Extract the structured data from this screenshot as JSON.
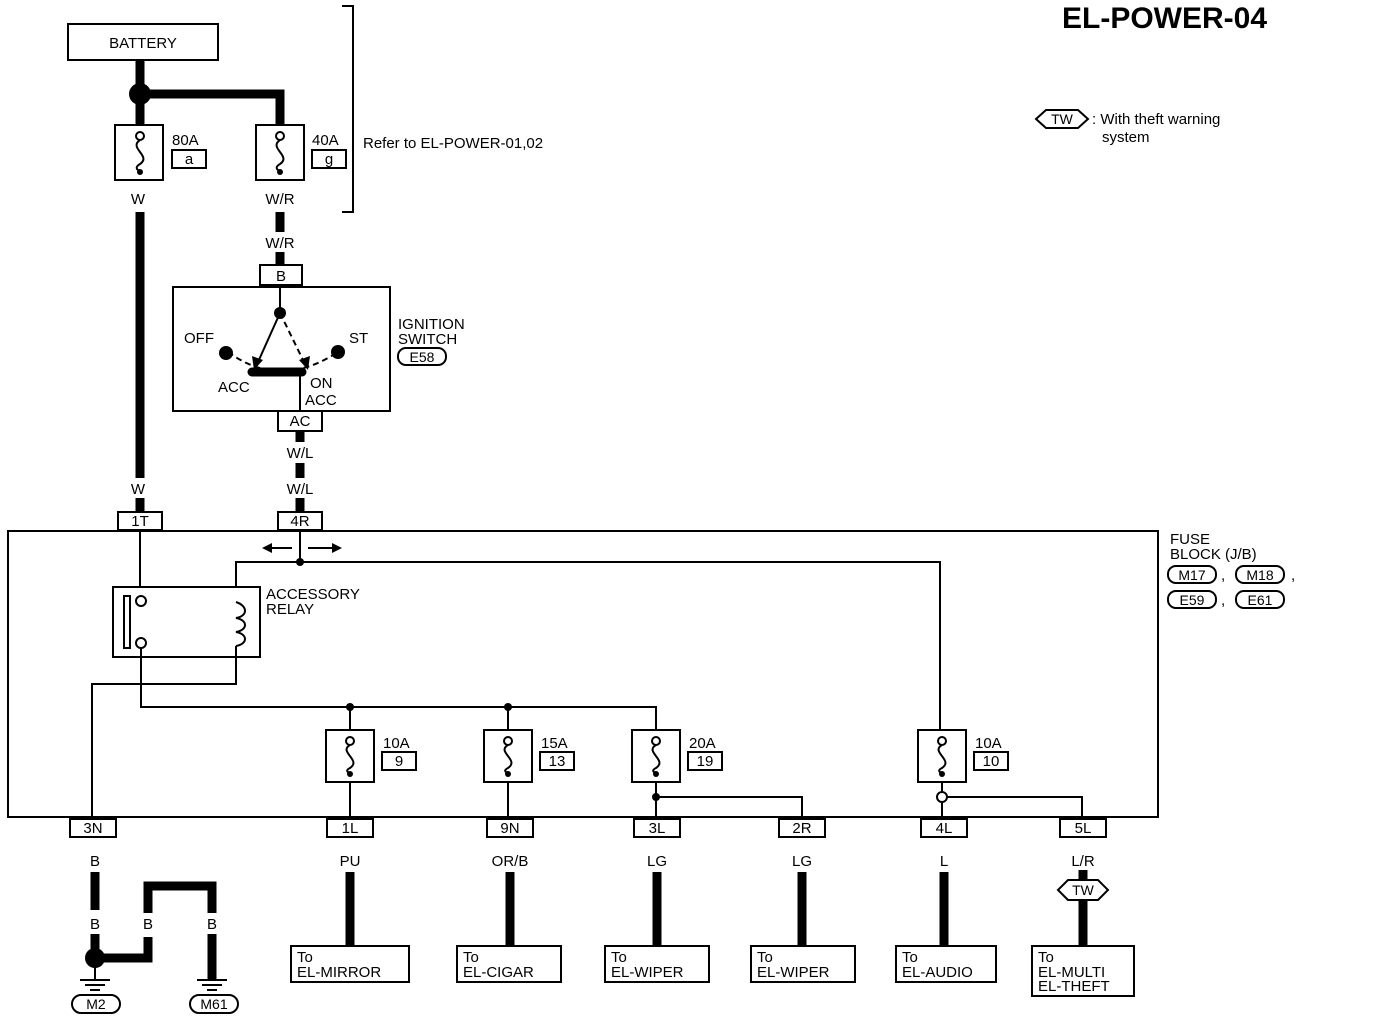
{
  "title": "EL-POWER-04",
  "legend": {
    "code": "TW",
    "text_line1": ": With theft warning",
    "text_line2": "system"
  },
  "battery": {
    "label": "BATTERY"
  },
  "refer_note": "Refer to EL-POWER-01,02",
  "fusible_links": [
    {
      "rating": "80A",
      "id": "a",
      "wire_out": "W"
    },
    {
      "rating": "40A",
      "id": "g",
      "wire_out": "W/R"
    }
  ],
  "ignition": {
    "wire_in": "W/R",
    "terminal_in": "B",
    "name_line1": "IGNITION",
    "name_line2": "SWITCH",
    "connector": "E58",
    "positions": {
      "off": "OFF",
      "acc": "ACC",
      "on": "ON",
      "acc2": "ACC",
      "st": "ST"
    },
    "terminal_out": "AC",
    "wire_out1": "W/L",
    "wire_out2": "W/L"
  },
  "fuse_block": {
    "label_line1": "FUSE",
    "label_line2": "BLOCK (J/B)",
    "connectors": [
      "M17",
      "M18",
      "E59",
      "E61"
    ],
    "sep1": ",",
    "sep2": ",",
    "sep3": ",",
    "in_terminals": [
      {
        "wire": "W",
        "term": "1T"
      },
      {
        "wire": "W/L",
        "term": "4R"
      }
    ]
  },
  "relay": {
    "line1": "ACCESSORY",
    "line2": "RELAY"
  },
  "fuses": [
    {
      "rating": "10A",
      "num": "9"
    },
    {
      "rating": "15A",
      "num": "13"
    },
    {
      "rating": "20A",
      "num": "19"
    },
    {
      "rating": "10A",
      "num": "10"
    }
  ],
  "outputs": [
    {
      "term": "3N",
      "wire": "B"
    },
    {
      "term": "1L",
      "wire": "PU",
      "to1": "To",
      "to2": "EL-MIRROR"
    },
    {
      "term": "9N",
      "wire": "OR/B",
      "to1": "To",
      "to2": "EL-CIGAR"
    },
    {
      "term": "3L",
      "wire": "LG",
      "to1": "To",
      "to2": "EL-WIPER"
    },
    {
      "term": "2R",
      "wire": "LG",
      "to1": "To",
      "to2": "EL-WIPER"
    },
    {
      "term": "4L",
      "wire": "L",
      "to1": "To",
      "to2": "EL-AUDIO"
    },
    {
      "term": "5L",
      "wire": "L/R",
      "tw": "TW",
      "to1": "To",
      "to2": "EL-MULTI",
      "to3": "EL-THEFT"
    }
  ],
  "ground": {
    "wire1": "B",
    "wire2": "B",
    "wire3": "B",
    "g1": "M2",
    "g2": "M61"
  }
}
